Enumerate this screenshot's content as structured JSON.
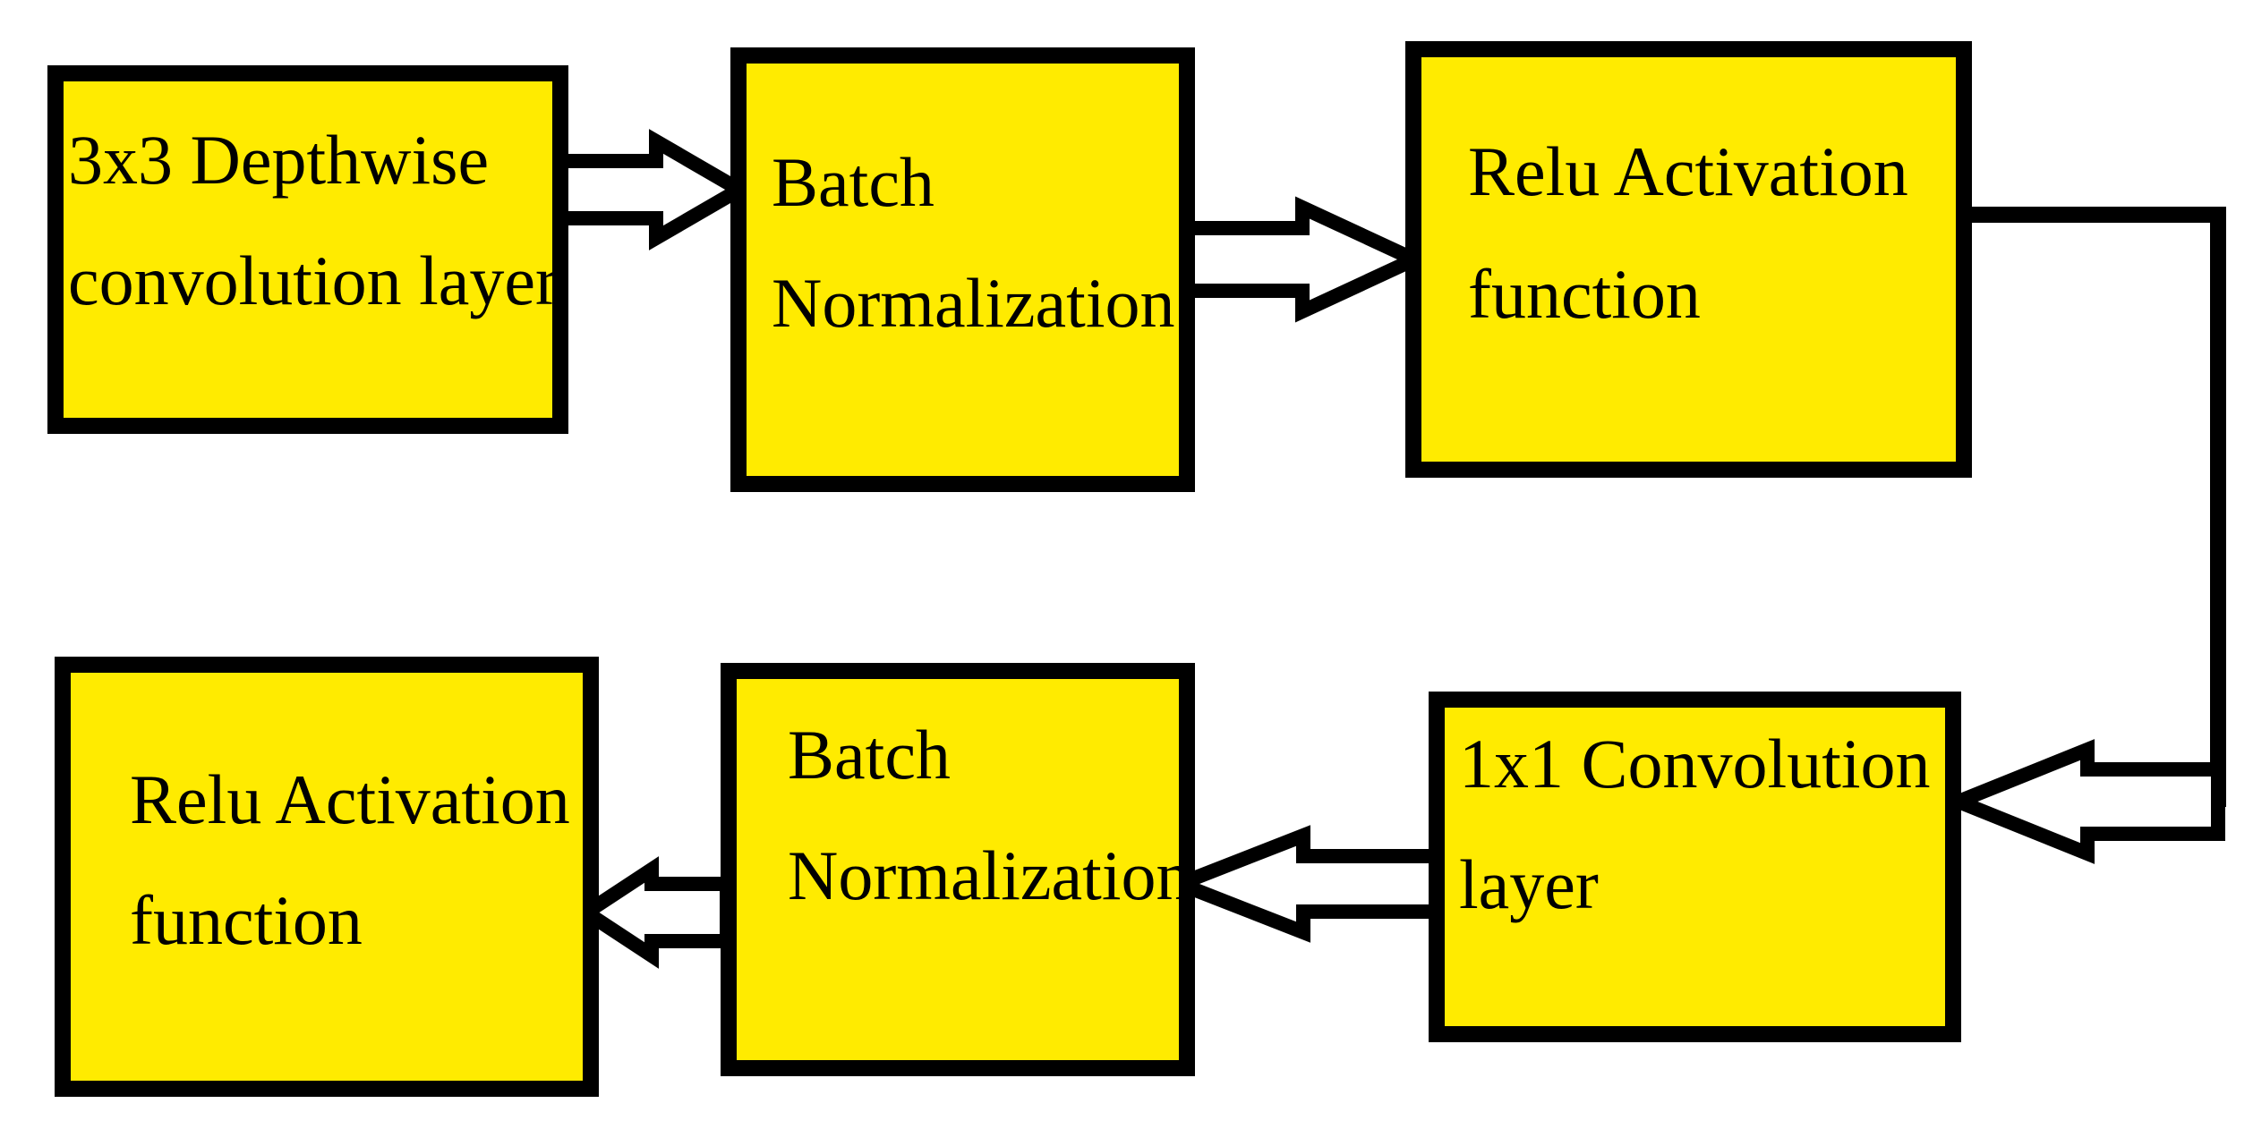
{
  "diagram": {
    "colors": {
      "box_fill": "#FFEB00",
      "outline": "#000000",
      "background": "#ffffff"
    },
    "nodes": [
      {
        "id": "depthwise",
        "line1": "3x3 Depthwise",
        "line2": "convolution layer"
      },
      {
        "id": "bn1",
        "line1": "Batch",
        "line2": "Normalization"
      },
      {
        "id": "relu1",
        "line1": "Relu Activation",
        "line2": "function"
      },
      {
        "id": "pointwise",
        "line1": "1x1 Convolution",
        "line2": "layer"
      },
      {
        "id": "bn2",
        "line1": "Batch",
        "line2": "Normalization"
      },
      {
        "id": "relu2",
        "line1": "Relu Activation",
        "line2": "function"
      }
    ],
    "edges": [
      {
        "from": "depthwise",
        "to": "bn1"
      },
      {
        "from": "bn1",
        "to": "relu1"
      },
      {
        "from": "relu1",
        "to": "pointwise"
      },
      {
        "from": "pointwise",
        "to": "bn2"
      },
      {
        "from": "bn2",
        "to": "relu2"
      }
    ]
  }
}
